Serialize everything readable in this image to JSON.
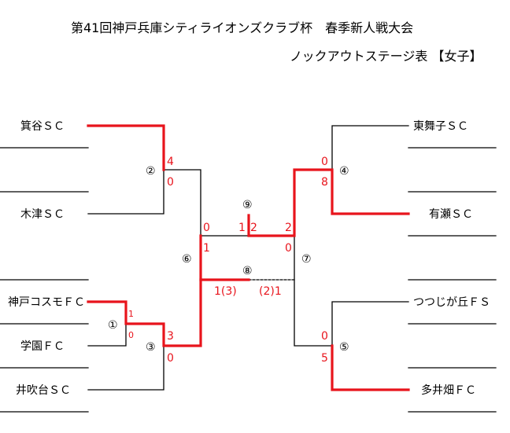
{
  "header": {
    "title": "第41回神戸兵庫シティライオンズクラブ杯　春季新人戦大会",
    "subtitle": "ノックアウトステージ表 【女子】"
  },
  "teams": [
    {
      "id": "t1",
      "name": "箕谷ＳＣ"
    },
    {
      "id": "t2",
      "name": "木津ＳＣ"
    },
    {
      "id": "t3",
      "name": "神戸コスモＦＣ"
    },
    {
      "id": "t4",
      "name": "学園ＦＣ"
    },
    {
      "id": "t5",
      "name": "井吹台ＳＣ"
    },
    {
      "id": "t6",
      "name": "東舞子ＳＣ"
    },
    {
      "id": "t7",
      "name": "有瀬ＳＣ"
    },
    {
      "id": "t8",
      "name": "つつじが丘ＦＳ"
    },
    {
      "id": "t9",
      "name": "多井畑ＦＣ"
    }
  ],
  "matches": [
    {
      "id": "m1",
      "label": "①",
      "score_top": "1",
      "score_bottom": "0"
    },
    {
      "id": "m2",
      "label": "②",
      "score_top": "4",
      "score_bottom": "0"
    },
    {
      "id": "m3",
      "label": "③",
      "score_top": "3",
      "score_bottom": "0"
    },
    {
      "id": "m4",
      "label": "④",
      "score_top": "0",
      "score_bottom": "8"
    },
    {
      "id": "m5",
      "label": "⑤",
      "score_top": "0",
      "score_bottom": "5"
    },
    {
      "id": "m6",
      "label": "⑥",
      "score_top": "0",
      "score_bottom": "1"
    },
    {
      "id": "m7",
      "label": "⑦",
      "score_top": "2",
      "score_bottom": "0"
    },
    {
      "id": "m8",
      "label": "⑧",
      "score_left": "1(3)",
      "score_right": "(2)1"
    },
    {
      "id": "m9",
      "label": "⑨",
      "score_left": "1",
      "score_right": "2"
    }
  ],
  "colors": {
    "winner": "#e8141c",
    "line": "#000000",
    "score": "#e8141c"
  }
}
